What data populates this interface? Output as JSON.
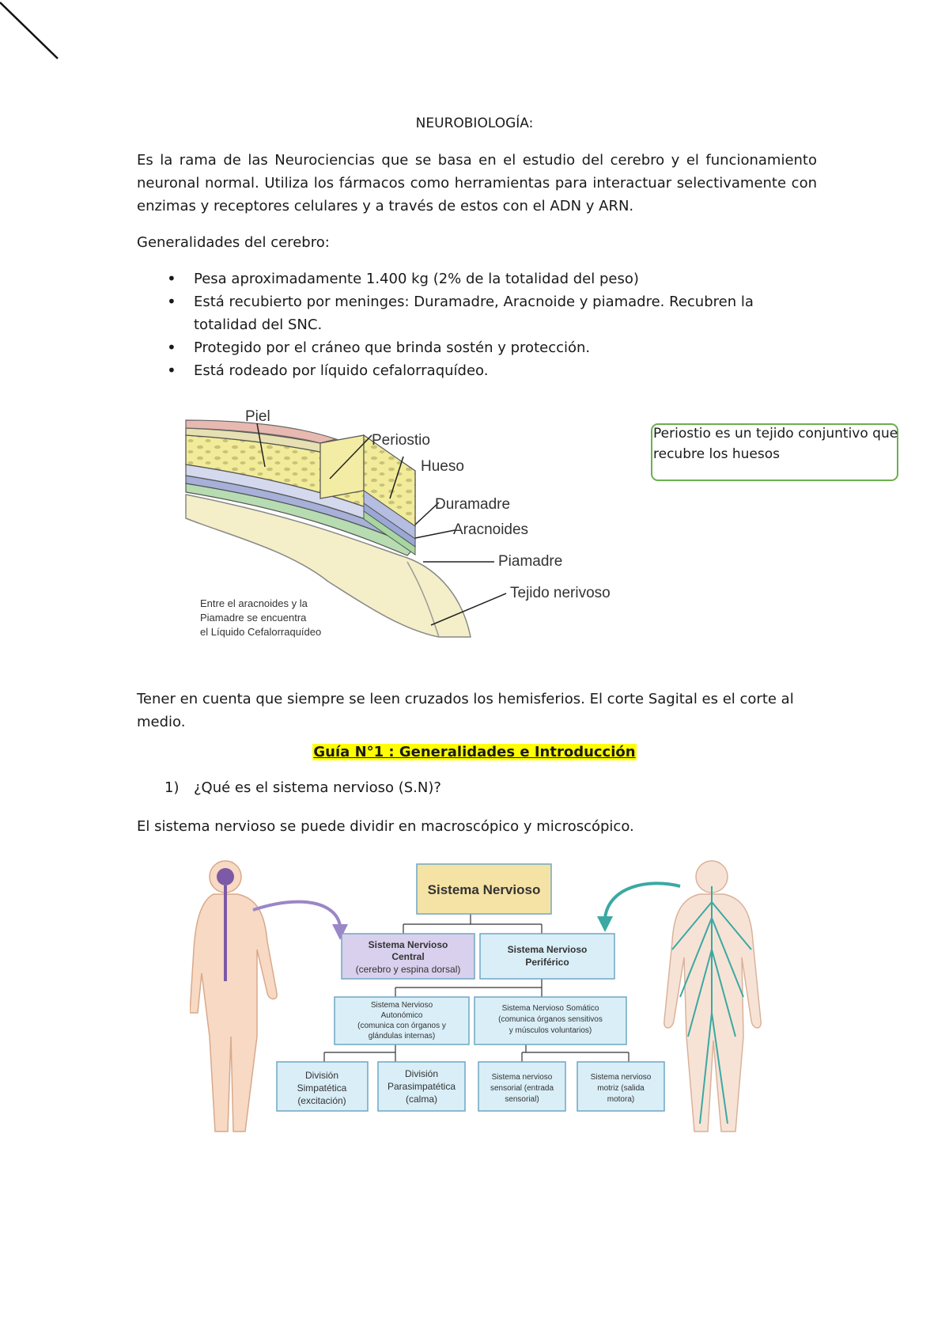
{
  "page": {
    "title": "NEUROBIOLOGÍA:",
    "intro": "Es la rama de las Neurociencias que se basa en el estudio del cerebro y el funcionamiento neuronal normal. Utiliza los fármacos como herramientas para interactuar selectivamente con enzimas y receptores celulares y a través de estos con el ADN y ARN.",
    "general_heading": "Generalidades del cerebro:",
    "bullets": [
      "Pesa aproximadamente 1.400 kg (2% de la totalidad del peso)",
      "Está recubierto por meninges: Duramadre, Aracnoide y piamadre. Recubren la totalidad del SNC.",
      "Protegido por el cráneo que brinda sostén y protección.",
      "Está rodeado por líquido cefalorraquídeo."
    ],
    "bullet_symbol": "•",
    "meninges_figure": {
      "labels": {
        "piel": "Piel",
        "periostio": "Periostio",
        "hueso": "Hueso",
        "duramadre": "Duramadre",
        "aracnoides": "Aracnoides",
        "piamadre": "Piamadre",
        "tejido": "Tejido nerivoso"
      },
      "note_lines": [
        "Entre el aracnoides y la",
        "Piamadre se encuentra",
        "el Líquido Cefalorraquídeo"
      ]
    },
    "side_note": "Periostio es un tejido conjuntivo que recubre los huesos",
    "hemispheres": "Tener en cuenta que siempre se leen cruzados los hemisferios. El corte Sagital es el corte al medio.",
    "guide_title": "Guía N°1 : Generalidades e Introducción",
    "question_number": "1)",
    "question_text": "¿Qué es el sistema nervioso (S.N)?",
    "division_text": "El sistema nervioso se puede dividir en macroscópico y microscópico.",
    "ns_diagram": {
      "root": "Sistema Nervioso",
      "central": [
        "Sistema Nervioso",
        "Central",
        "(cerebro y espina dorsal)"
      ],
      "peripheral": [
        "Sistema Nervioso",
        "Periférico"
      ],
      "autonomic": [
        "Sistema Nervioso",
        "Autonómico",
        "(comunica con órganos y",
        "glándulas internas)"
      ],
      "somatic": [
        "Sistema Nervioso Somático",
        "(comunica órganos sensitivos",
        "y músculos voluntarios)"
      ],
      "sympathetic": [
        "División",
        "Simpatética",
        "(excitación)"
      ],
      "parasympathetic": [
        "División",
        "Parasimpatética",
        "(calma)"
      ],
      "sensory": [
        "Sistema nervioso",
        "sensorial (entrada",
        "sensorial)"
      ],
      "motor": [
        "Sistema nervioso",
        "motriz (salida",
        "motora)"
      ]
    },
    "colors": {
      "root_fill": "#f5e3a6",
      "central_fill": "#d8d0ec",
      "box_fill": "#d9eef7",
      "box_stroke": "#6fa7c3",
      "highlight": "#ffff00",
      "note_border": "#6ab04c",
      "cns_arrow": "#9b86c6",
      "pns_arrow": "#3aa9a2"
    }
  }
}
